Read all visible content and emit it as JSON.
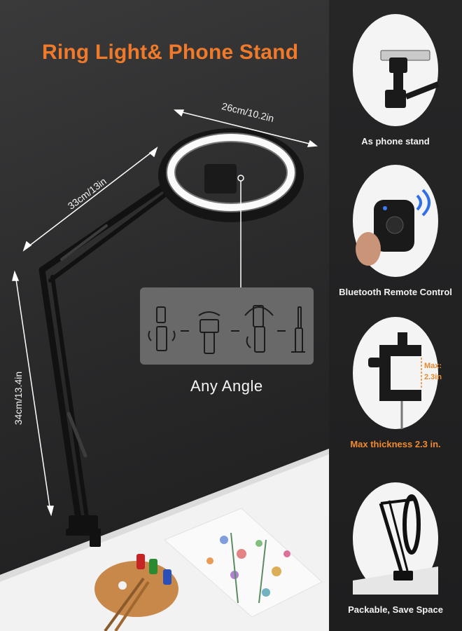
{
  "title": "Ring Light& Phone Stand",
  "dimensions": {
    "ring_diameter": "26cm/10.2in",
    "upper_arm": "33cm/13in",
    "lower_arm": "34cm/13.4in"
  },
  "angle_caption": "Any  Angle",
  "features": [
    {
      "caption": "As phone stand"
    },
    {
      "caption": "Bluetooth Remote Control"
    },
    {
      "caption": "Max thickness 2.3 in.",
      "max_text": "Max:",
      "max_value": "2.3in"
    },
    {
      "caption": "Packable, Save Space"
    }
  ],
  "colors": {
    "accent": "#f07a2a",
    "background": "#2a2a2b"
  }
}
